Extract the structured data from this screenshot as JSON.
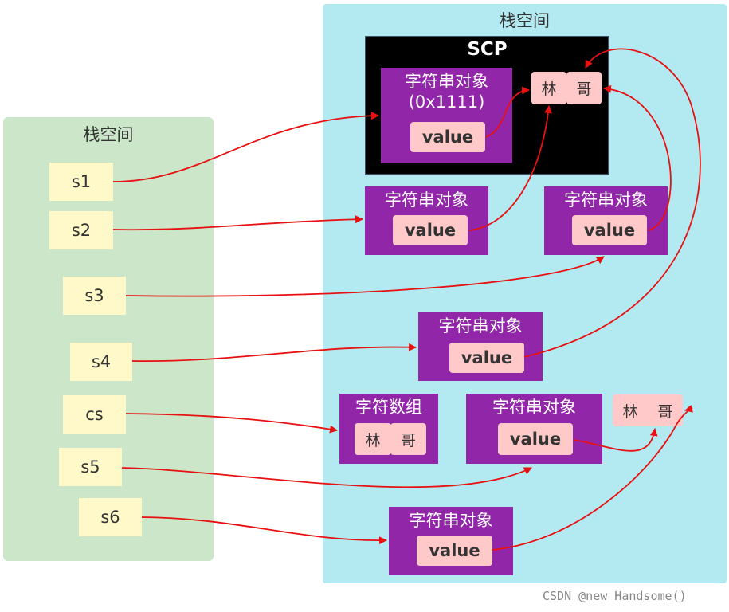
{
  "stack": {
    "title": "栈空间",
    "vars": [
      "s1",
      "s2",
      "s3",
      "s4",
      "cs",
      "s5",
      "s6"
    ]
  },
  "heap": {
    "title": "栈空间",
    "scp": {
      "title": "SCP",
      "object_title": "字符串对象",
      "object_address": "(0x1111)",
      "value_label": "value",
      "chars": [
        "林",
        "哥"
      ]
    },
    "objects": [
      {
        "title": "字符串对象",
        "value": "value"
      },
      {
        "title": "字符串对象",
        "value": "value"
      },
      {
        "title": "字符串对象",
        "value": "value"
      },
      {
        "title": "字符串对象",
        "value": "value"
      },
      {
        "title": "字符串对象",
        "value": "value"
      }
    ],
    "char_array": {
      "title": "字符数组",
      "chars": [
        "林",
        "哥"
      ]
    },
    "free_chars": [
      "林",
      "哥"
    ]
  },
  "watermark": "CSDN @new Handsome()",
  "colors": {
    "stack_bg": "#cbe6c9",
    "heap_bg": "#b3eaf1",
    "object_bg": "#9226a9",
    "value_bg": "#ffc8c9",
    "var_bg": "#fff9c9",
    "arrow": "#e81010"
  }
}
